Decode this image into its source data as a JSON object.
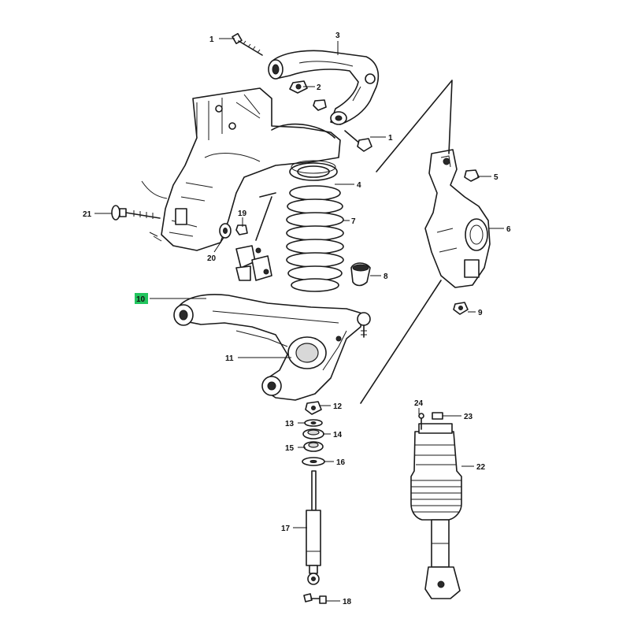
{
  "diagram": {
    "callouts": {
      "c1a": "1",
      "c1b": "1",
      "c2": "2",
      "c3": "3",
      "c4": "4",
      "c5": "5",
      "c6": "6",
      "c7": "7",
      "c8": "8",
      "c9": "9",
      "c10": "10",
      "c11": "11",
      "c12": "12",
      "c13": "13",
      "c14": "14",
      "c15": "15",
      "c16": "16",
      "c17": "17",
      "c18": "18",
      "c19": "19",
      "c20": "20",
      "c21": "21",
      "c22": "22",
      "c23": "23",
      "c24": "24"
    },
    "highlighted_callout": "10",
    "highlight_color": "#22c55e"
  }
}
